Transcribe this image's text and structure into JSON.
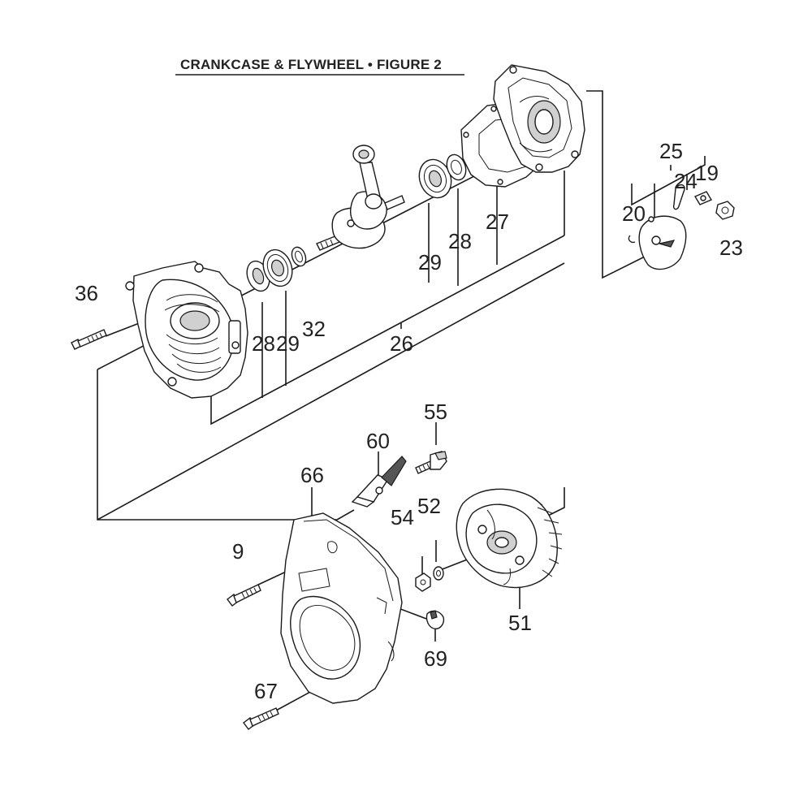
{
  "title": "CRANKCASE & FLYWHEEL  •  FIGURE 2",
  "callouts": {
    "p36": "36",
    "p28a": "28",
    "p29a": "29",
    "p32": "32",
    "p26": "26",
    "p29b": "29",
    "p28b": "28",
    "p27": "27",
    "p25": "25",
    "p24": "24",
    "p19": "19",
    "p20": "20",
    "p23": "23",
    "p55": "55",
    "p60": "60",
    "p66": "66",
    "p52": "52",
    "p54": "54",
    "p9": "9",
    "p51": "51",
    "p69": "69",
    "p67": "67"
  },
  "parts": [
    "crankcase-half-left",
    "crankcase-half-right",
    "gasket",
    "crankshaft-connecting-rod",
    "bearing-left",
    "seal-left",
    "bearing-right",
    "seal-right",
    "washer-32",
    "screw-36",
    "pawl-assembly",
    "nut-23",
    "flywheel",
    "nut-54",
    "washer-52",
    "ignition-coil-60",
    "bolt-55",
    "fan-cover-66",
    "screw-9",
    "screw-67",
    "grommet-69"
  ]
}
